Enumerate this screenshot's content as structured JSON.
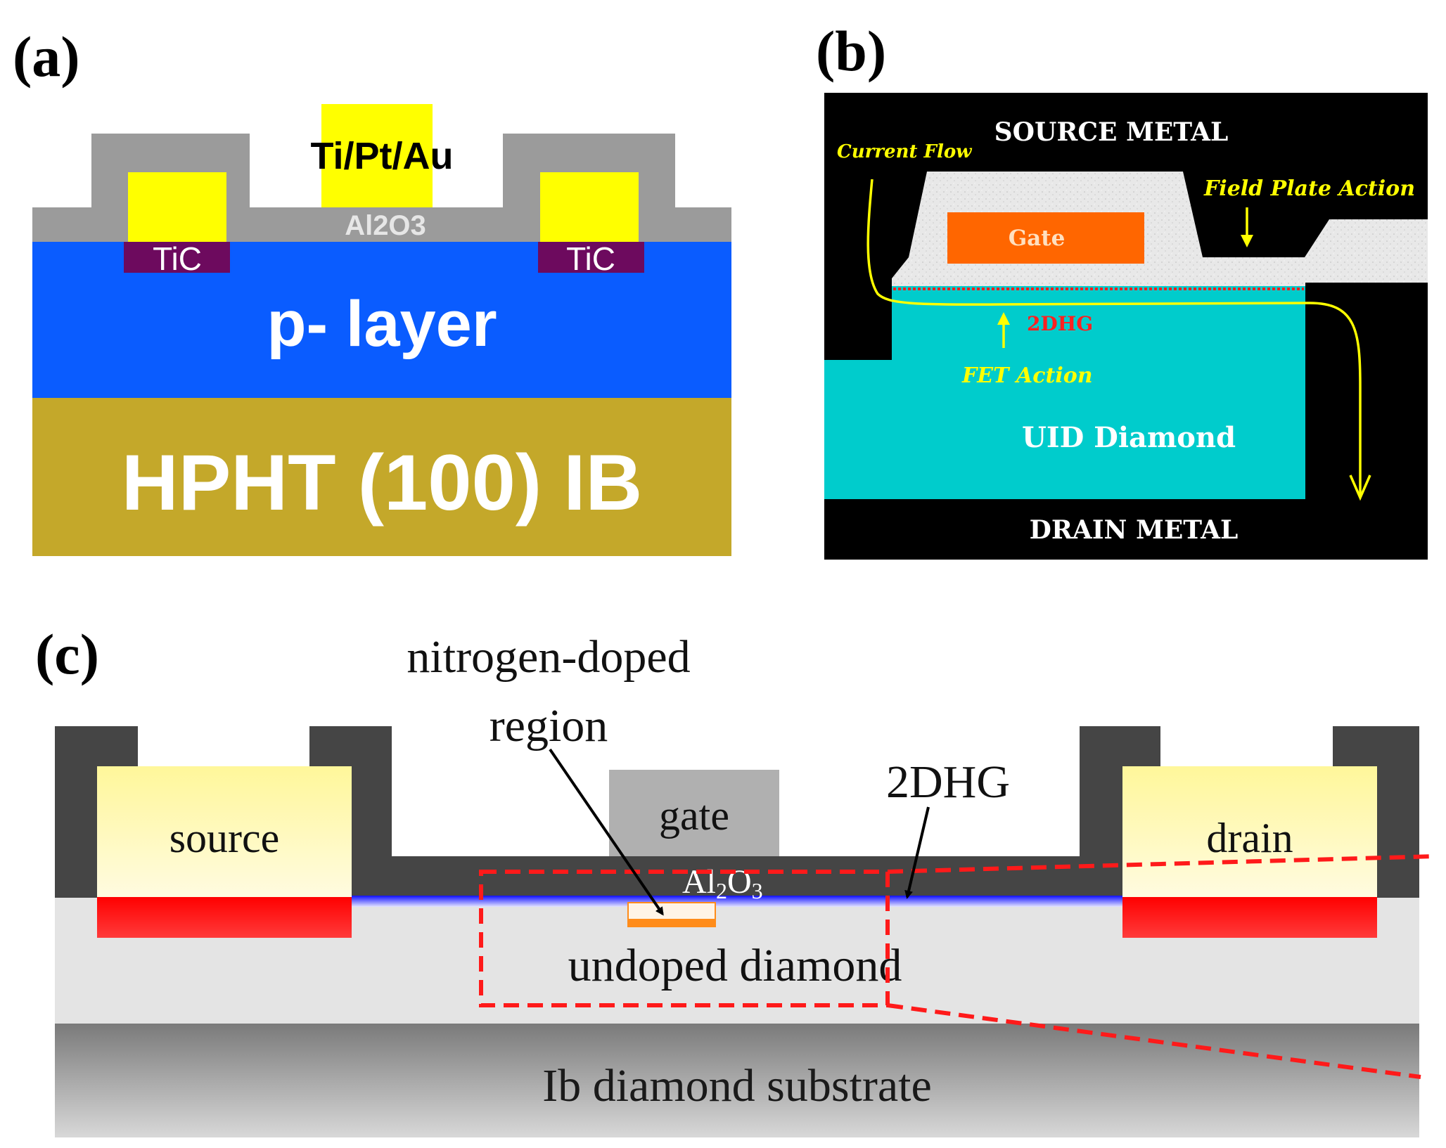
{
  "panel_a": {
    "label": "(a)",
    "metal_label": "Ti/Pt/Au",
    "oxide_label": "Al2O3",
    "contact_left_label": "TiC",
    "contact_right_label": "TiC",
    "layer_label": "p- layer",
    "substrate_label": "HPHT (100) IB",
    "colors": {
      "oxide": "#9b9b9b",
      "metal": "#ffff00",
      "contact": "#6d0a5e",
      "player": "#0a5cff",
      "substrate": "#c4a82a"
    }
  },
  "panel_b": {
    "label": "(b)",
    "source_label": "SOURCE METAL",
    "drain_label": "DRAIN METAL",
    "gate_label": "Gate",
    "current_label": "Current Flow",
    "fieldplate_label": "Field Plate Action",
    "channel_label": "2DHG",
    "fet_label": "FET Action",
    "diamond_label": "UID Diamond",
    "colors": {
      "metal": "#000000",
      "dielectric": "#e6e6e6",
      "gate": "#ff6600",
      "diamond": "#00cccc",
      "annotation": "#ffff00",
      "channel": "#ff2020"
    }
  },
  "panel_c": {
    "label": "(c)",
    "callout_line1": "nitrogen-doped",
    "callout_line2": "region",
    "channel_label": "2DHG",
    "source_label": "source",
    "drain_label": "drain",
    "gate_label": "gate",
    "oxide_label_main": "Al",
    "oxide_sub1": "2",
    "oxide_mid": "O",
    "oxide_sub2": "3",
    "undoped_label": "undoped diamond",
    "substrate_label": "Ib diamond substrate",
    "colors": {
      "passivation": "#454545",
      "contact": "#fff3a0",
      "doped": "#ff1a1a",
      "channel": "#1a1aff",
      "gate": "#b0b0b0",
      "nregion": "#ff8c1a",
      "undoped": "#e4e4e4",
      "substrate": "#8a8a8a",
      "zoom": "#ff1a1a"
    }
  }
}
